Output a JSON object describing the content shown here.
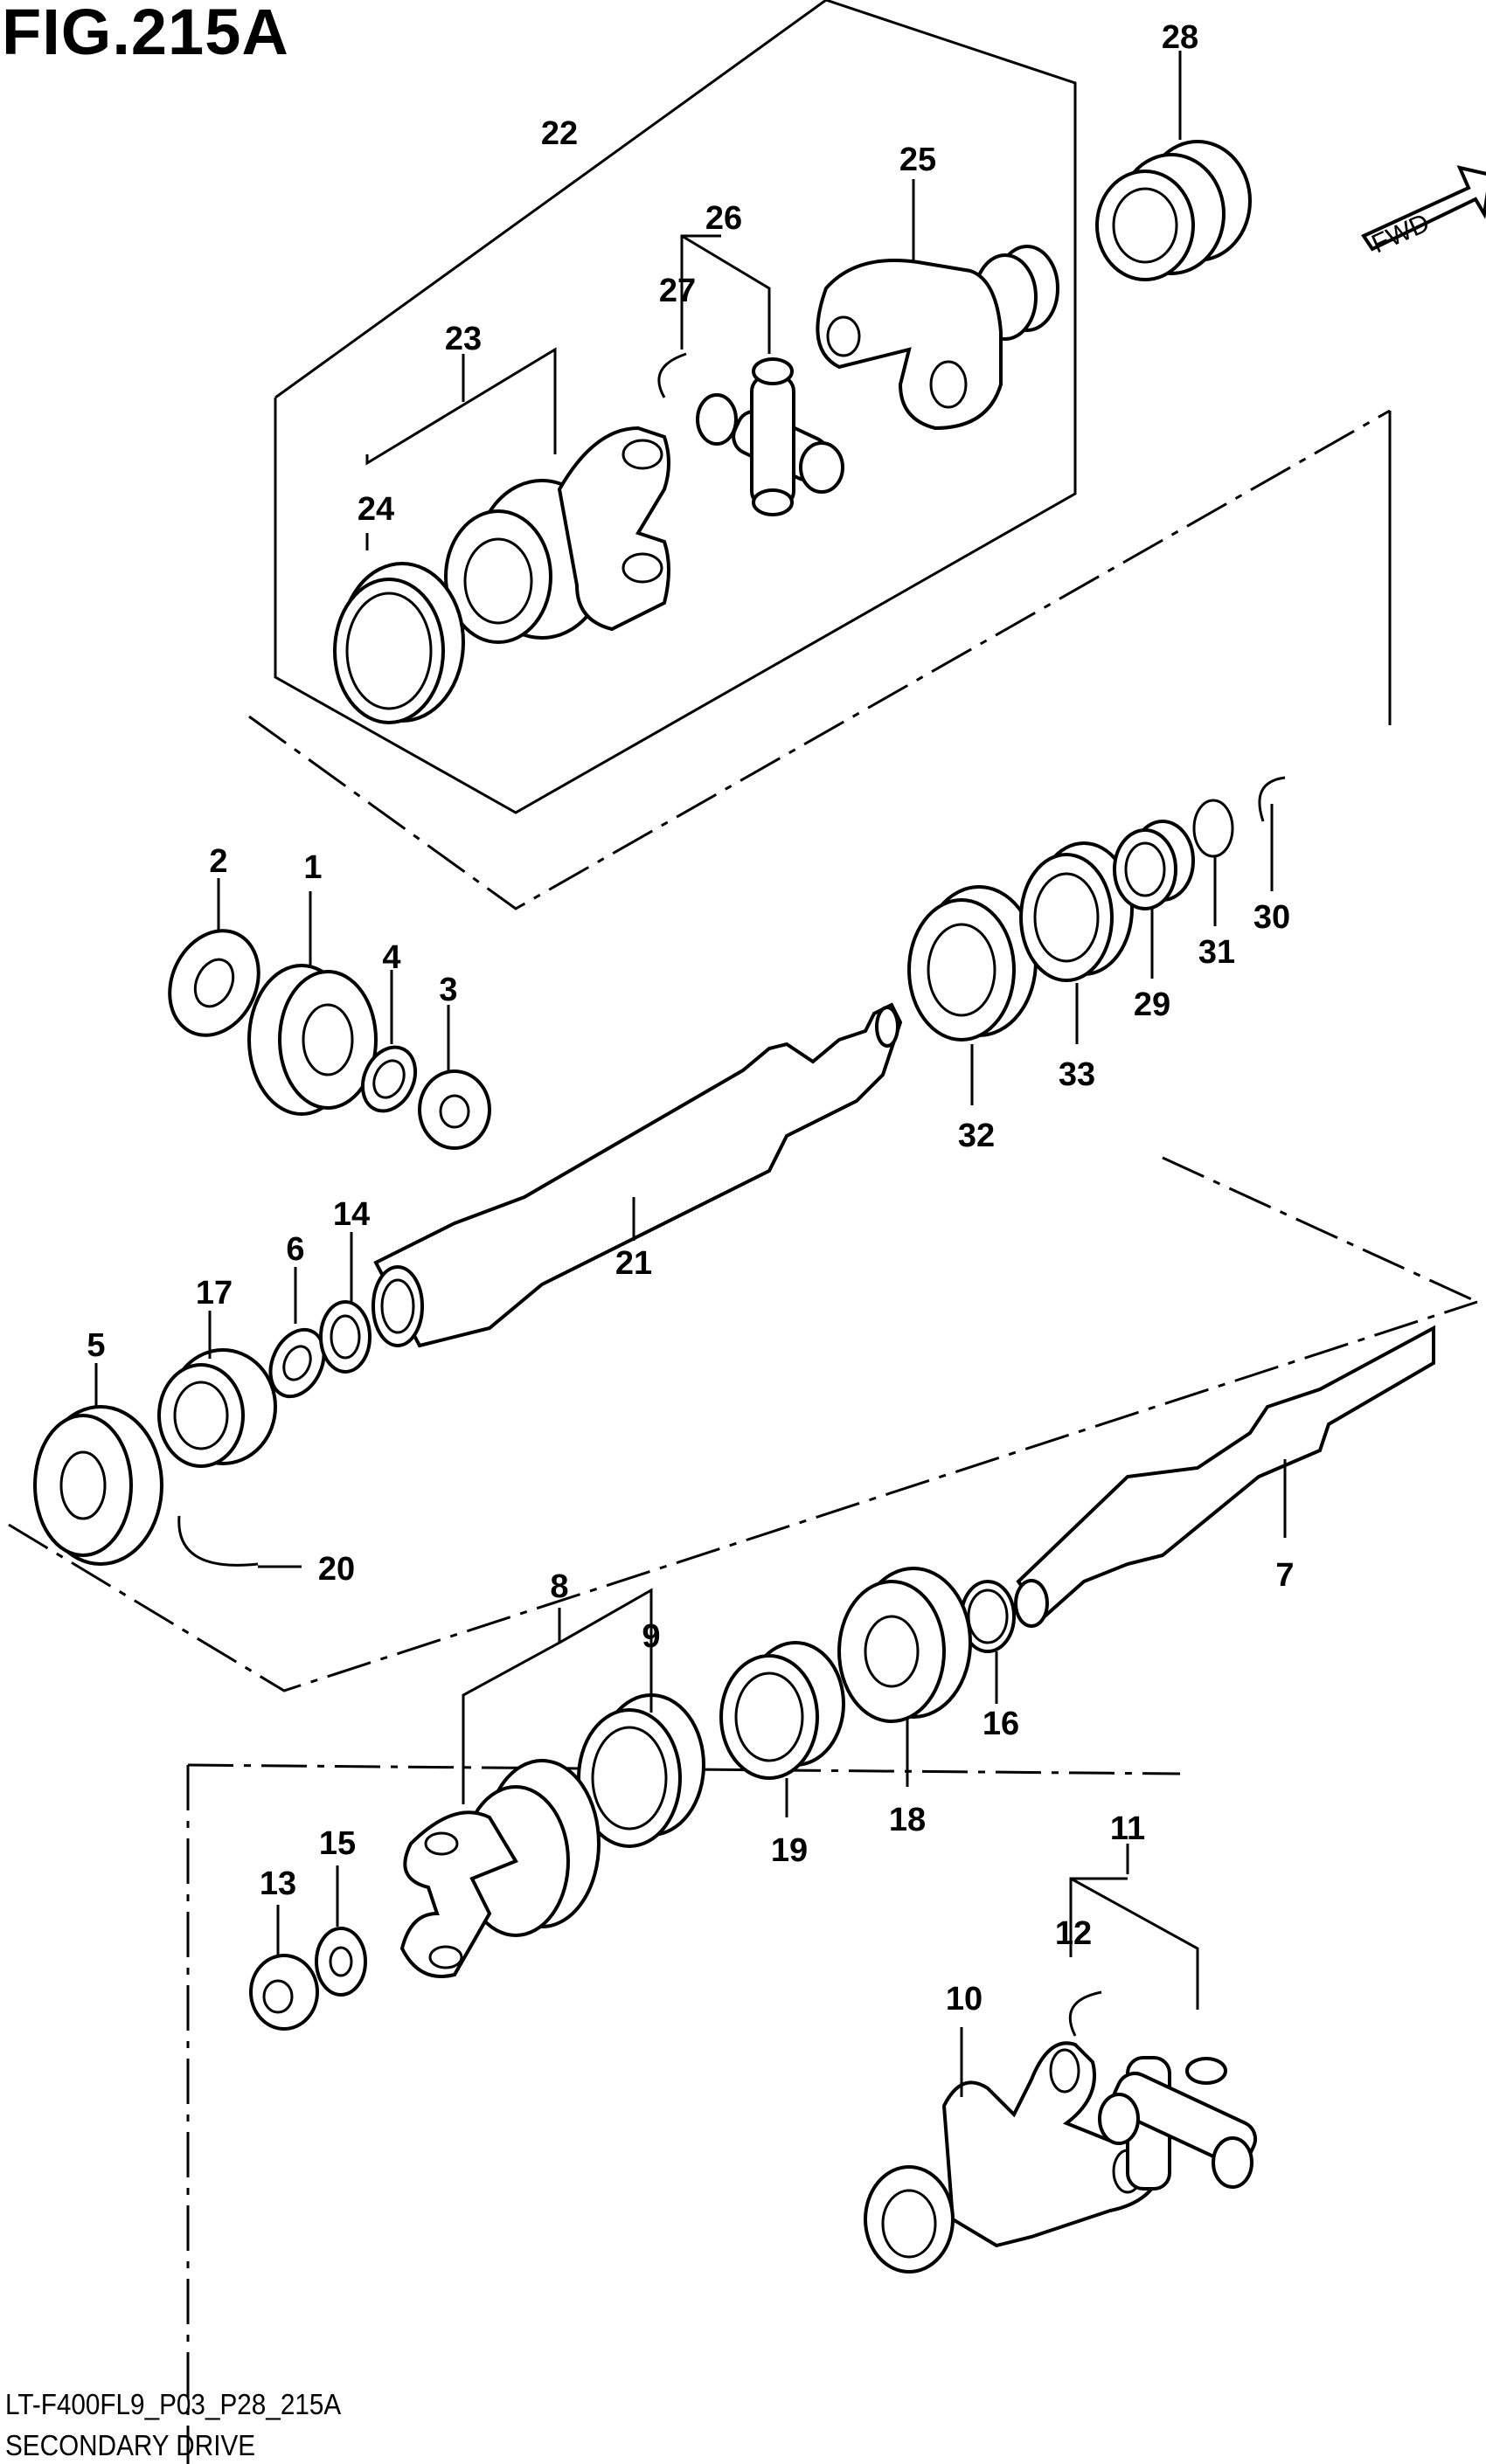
{
  "figure_title": "FIG.215A",
  "direction_arrow": "FWD",
  "footer": {
    "code": "LT-F400FL9_P03_P28_215A",
    "name": "SECONDARY DRIVE"
  },
  "callouts": [
    "1",
    "2",
    "3",
    "4",
    "5",
    "6",
    "7",
    "8",
    "9",
    "10",
    "11",
    "12",
    "13",
    "14",
    "15",
    "16",
    "17",
    "18",
    "19",
    "20",
    "21",
    "22",
    "23",
    "24",
    "25",
    "26",
    "27",
    "28",
    "29",
    "30",
    "31",
    "32",
    "33"
  ]
}
